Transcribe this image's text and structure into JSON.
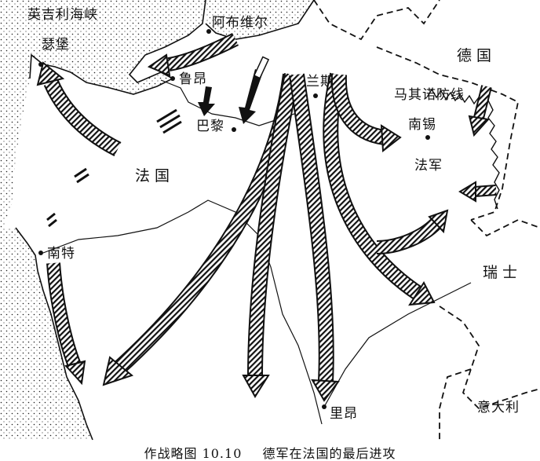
{
  "map": {
    "caption": {
      "figure": "作战略图 10.10",
      "title": "德军在法国的最后进攻"
    },
    "labels": {
      "channel": "英吉利海峡",
      "cherbourg": "瑟堡",
      "abbeville": "阿布维尔",
      "rouen": "鲁昂",
      "paris": "巴黎",
      "reims": "兰斯",
      "germany": "德国",
      "maginot": "马其诺防线",
      "nancy": "南锡",
      "french_army": "法军",
      "france": "法国",
      "nantes": "南特",
      "switzerland": "瑞士",
      "lyon": "里昂",
      "italy": "意大利"
    },
    "colors": {
      "ink": "#111111",
      "paper": "#ffffff"
    }
  }
}
